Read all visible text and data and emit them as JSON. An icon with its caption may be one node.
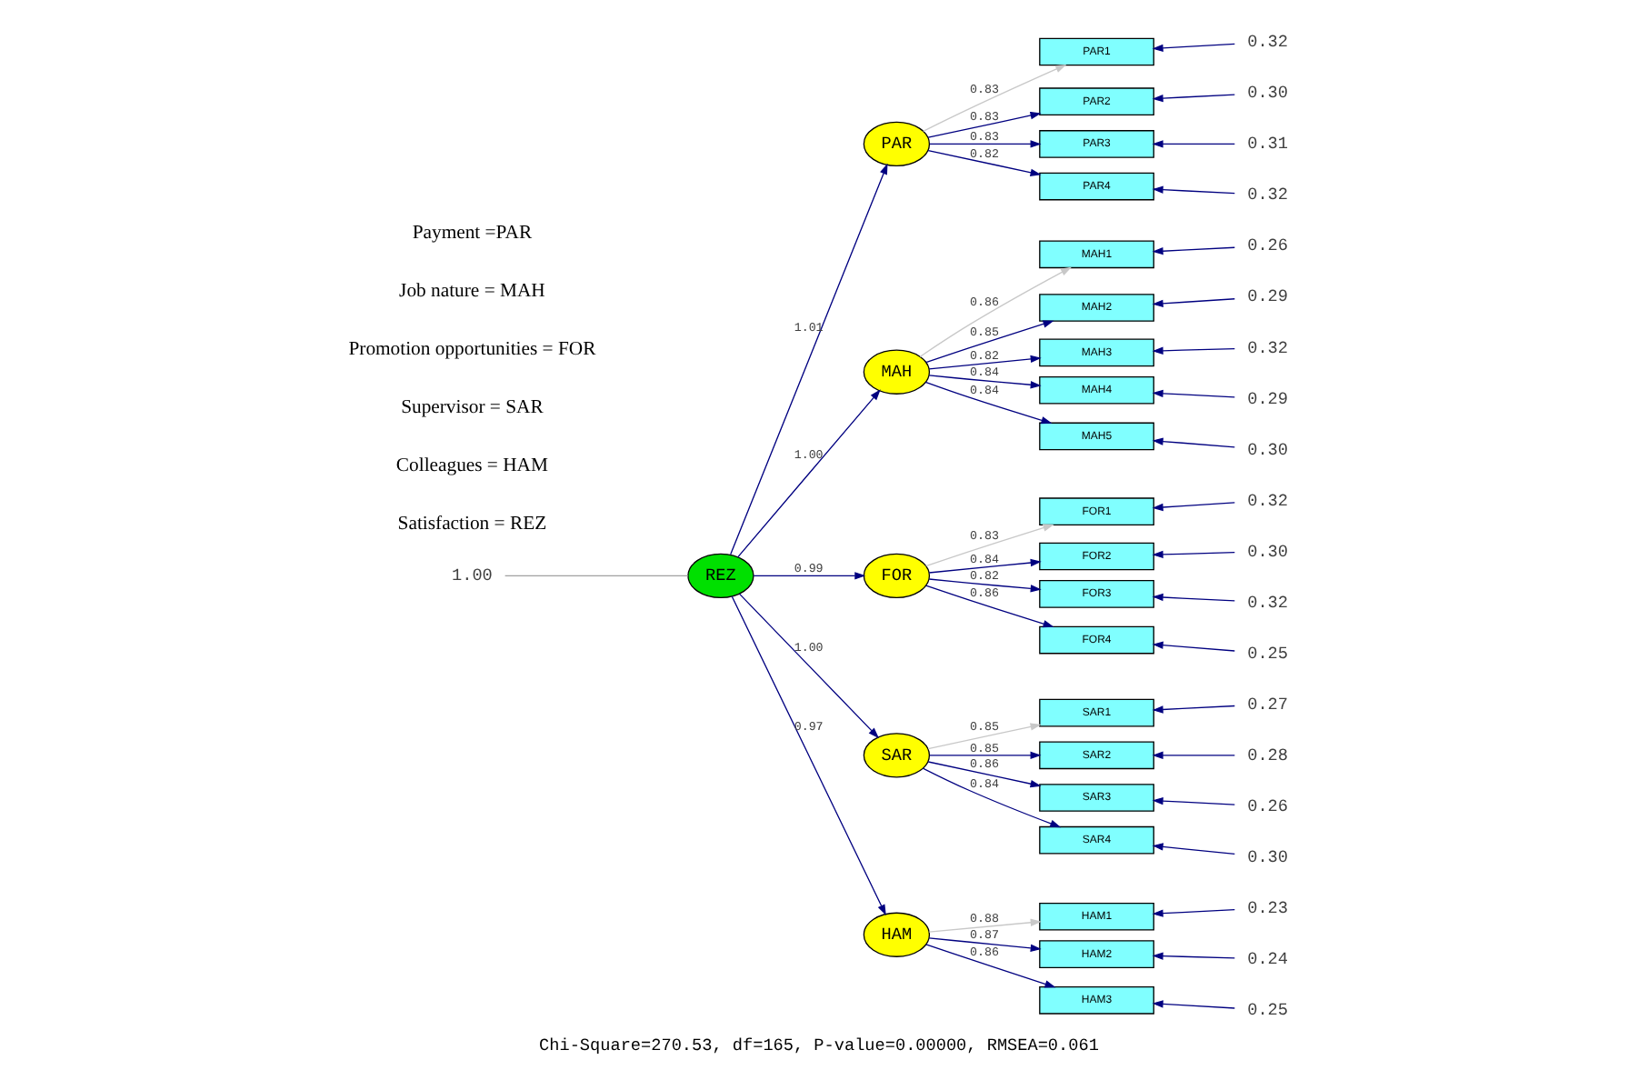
{
  "diagram": {
    "caption": "Chi-Square=270.53, df=165, P-value=0.00000, RMSEA=0.061",
    "nodes": [
      {
        "text": [
          "REZ"
        ]
      },
      {
        "text": [
          "PAR"
        ]
      },
      {
        "text": [
          "MAH"
        ]
      },
      {
        "text": [
          "FOR"
        ]
      },
      {
        "text": [
          "SAR"
        ]
      },
      {
        "text": [
          "HAM"
        ]
      },
      {
        "text": [
          "PAR1"
        ]
      },
      {
        "text": [
          "PAR2"
        ]
      },
      {
        "text": [
          "PAR3"
        ]
      },
      {
        "text": [
          "PAR4"
        ]
      },
      {
        "text": [
          "MAH1"
        ]
      },
      {
        "text": [
          "MAH2"
        ]
      },
      {
        "text": [
          "MAH3"
        ]
      },
      {
        "text": [
          "MAH4"
        ]
      },
      {
        "text": [
          "MAH5"
        ]
      },
      {
        "text": [
          "FOR1"
        ]
      },
      {
        "text": [
          "FOR2"
        ]
      },
      {
        "text": [
          "FOR3"
        ]
      },
      {
        "text": [
          "FOR4"
        ]
      },
      {
        "text": [
          "SAR1"
        ]
      },
      {
        "text": [
          "SAR2"
        ]
      },
      {
        "text": [
          "SAR3"
        ]
      },
      {
        "text": [
          "SAR4"
        ]
      },
      {
        "text": [
          "HAM1"
        ]
      },
      {
        "text": [
          "HAM2"
        ]
      },
      {
        "text": [
          "HAM3"
        ]
      },
      {
        "text": [
          "1.00"
        ]
      },
      {
        "text": [
          "0.32"
        ]
      },
      {
        "text": [
          "0.30"
        ]
      },
      {
        "text": [
          "0.31"
        ]
      },
      {
        "text": [
          "0.32"
        ]
      },
      {
        "text": [
          "0.26"
        ]
      },
      {
        "text": [
          "0.29"
        ]
      },
      {
        "text": [
          "0.32"
        ]
      },
      {
        "text": [
          "0.29"
        ]
      },
      {
        "text": [
          "0.30"
        ]
      },
      {
        "text": [
          "0.32"
        ]
      },
      {
        "text": [
          "0.30"
        ]
      },
      {
        "text": [
          "0.32"
        ]
      },
      {
        "text": [
          "0.25"
        ]
      },
      {
        "text": [
          "0.27"
        ]
      },
      {
        "text": [
          "0.28"
        ]
      },
      {
        "text": [
          "0.26"
        ]
      },
      {
        "text": [
          "0.30"
        ]
      },
      {
        "text": [
          "0.23"
        ]
      },
      {
        "text": [
          "0.24"
        ]
      },
      {
        "text": [
          "0.25"
        ]
      }
    ],
    "edges": [
      {
        "from": 0,
        "to": 1,
        "arrow": "to",
        "label": "1.01"
      },
      {
        "from": 0,
        "to": 2,
        "arrow": "to",
        "label": "1.00"
      },
      {
        "from": 0,
        "to": 3,
        "arrow": "to",
        "label": "0.99"
      },
      {
        "from": 0,
        "to": 4,
        "arrow": "to",
        "label": "1.00"
      },
      {
        "from": 0,
        "to": 5,
        "arrow": "to",
        "label": "0.97"
      },
      {
        "from": 1,
        "to": 6,
        "arrow": "to",
        "label": "0.83",
        "color": "#c8c8c8"
      },
      {
        "from": 1,
        "to": 7,
        "arrow": "to",
        "label": "0.83"
      },
      {
        "from": 1,
        "to": 8,
        "arrow": "to",
        "label": "0.83"
      },
      {
        "from": 1,
        "to": 9,
        "arrow": "to",
        "label": "0.82"
      },
      {
        "from": 2,
        "to": 10,
        "arrow": "to",
        "label": "0.86",
        "color": "#c8c8c8"
      },
      {
        "from": 2,
        "to": 11,
        "arrow": "to",
        "label": "0.85"
      },
      {
        "from": 2,
        "to": 12,
        "arrow": "to",
        "label": "0.82"
      },
      {
        "from": 2,
        "to": 13,
        "arrow": "to",
        "label": "0.84"
      },
      {
        "from": 2,
        "to": 14,
        "arrow": "to",
        "label": "0.84"
      },
      {
        "from": 3,
        "to": 15,
        "arrow": "to",
        "label": "0.83",
        "color": "#c8c8c8"
      },
      {
        "from": 3,
        "to": 16,
        "arrow": "to",
        "label": "0.84"
      },
      {
        "from": 3,
        "to": 17,
        "arrow": "to",
        "label": "0.82"
      },
      {
        "from": 3,
        "to": 18,
        "arrow": "to",
        "label": "0.86"
      },
      {
        "from": 4,
        "to": 19,
        "arrow": "to",
        "label": "0.85",
        "color": "#c8c8c8"
      },
      {
        "from": 4,
        "to": 20,
        "arrow": "to",
        "label": "0.85"
      },
      {
        "from": 4,
        "to": 21,
        "arrow": "to",
        "label": "0.86"
      },
      {
        "from": 4,
        "to": 22,
        "arrow": "to",
        "label": "0.84"
      },
      {
        "from": 5,
        "to": 23,
        "arrow": "to",
        "label": "0.88",
        "color": "#c8c8c8"
      },
      {
        "from": 5,
        "to": 24,
        "arrow": "to",
        "label": "0.87"
      },
      {
        "from": 5,
        "to": 25,
        "arrow": "to",
        "label": "0.86"
      },
      {
        "from": 26,
        "to": 0,
        "arrow": "none",
        "color": "#a0a0a0"
      },
      {
        "from": 27,
        "to": 6,
        "arrow": "to"
      },
      {
        "from": 28,
        "to": 7,
        "arrow": "to"
      },
      {
        "from": 29,
        "to": 8,
        "arrow": "to"
      },
      {
        "from": 30,
        "to": 9,
        "arrow": "to"
      },
      {
        "from": 31,
        "to": 10,
        "arrow": "to"
      },
      {
        "from": 32,
        "to": 11,
        "arrow": "to"
      },
      {
        "from": 33,
        "to": 12,
        "arrow": "to"
      },
      {
        "from": 34,
        "to": 13,
        "arrow": "to"
      },
      {
        "from": 35,
        "to": 14,
        "arrow": "to"
      },
      {
        "from": 36,
        "to": 15,
        "arrow": "to"
      },
      {
        "from": 37,
        "to": 16,
        "arrow": "to"
      },
      {
        "from": 38,
        "to": 17,
        "arrow": "to"
      },
      {
        "from": 39,
        "to": 18,
        "arrow": "to"
      },
      {
        "from": 40,
        "to": 19,
        "arrow": "to"
      },
      {
        "from": 41,
        "to": 20,
        "arrow": "to"
      },
      {
        "from": 42,
        "to": 21,
        "arrow": "to"
      },
      {
        "from": 43,
        "to": 22,
        "arrow": "to"
      },
      {
        "from": 44,
        "to": 23,
        "arrow": "to"
      },
      {
        "from": 45,
        "to": 24,
        "arrow": "to"
      },
      {
        "from": 46,
        "to": 25,
        "arrow": "to"
      }
    ],
    "labels": [
      "Payment =PAR",
      "Job nature = MAH",
      "Promotion opportunities = FOR",
      "Supervisor = SAR",
      "Colleagues = HAM",
      "Satisfaction = REZ"
    ]
  }
}
